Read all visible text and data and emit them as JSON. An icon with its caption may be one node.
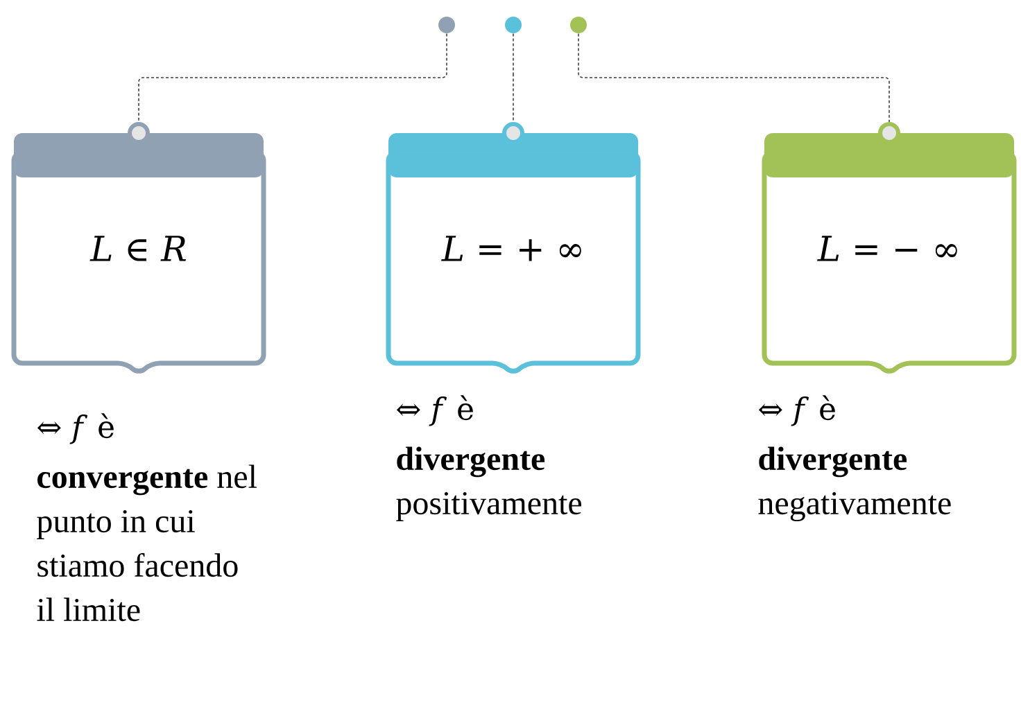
{
  "diagram": {
    "nodes": [
      {
        "text": [],
        "shape": "circle"
      },
      {
        "text": [],
        "shape": "circle"
      },
      {
        "text": [],
        "shape": "circle"
      },
      {
        "text": [
          "*L* ∈ *R*"
        ],
        "beside": [
          "⇔ *f*  è",
          "**convergente** nel punto in cui stiamo facendo il limite"
        ]
      },
      {
        "text": [
          "*L* = + ∞"
        ],
        "beside": [
          "⇔ *f*  è",
          "**divergente** positivamente"
        ]
      },
      {
        "text": [
          "*L* = − ∞"
        ],
        "beside": [
          "⇔ *f*  è",
          "**divergente** negativamente"
        ]
      }
    ],
    "edges": [
      {
        "from": 0,
        "to": 3,
        "arrow": "none",
        "style": "dashed"
      },
      {
        "from": 1,
        "to": 4,
        "arrow": "none",
        "style": "dashed"
      },
      {
        "from": 2,
        "to": 5,
        "arrow": "none",
        "style": "dashed"
      }
    ]
  }
}
